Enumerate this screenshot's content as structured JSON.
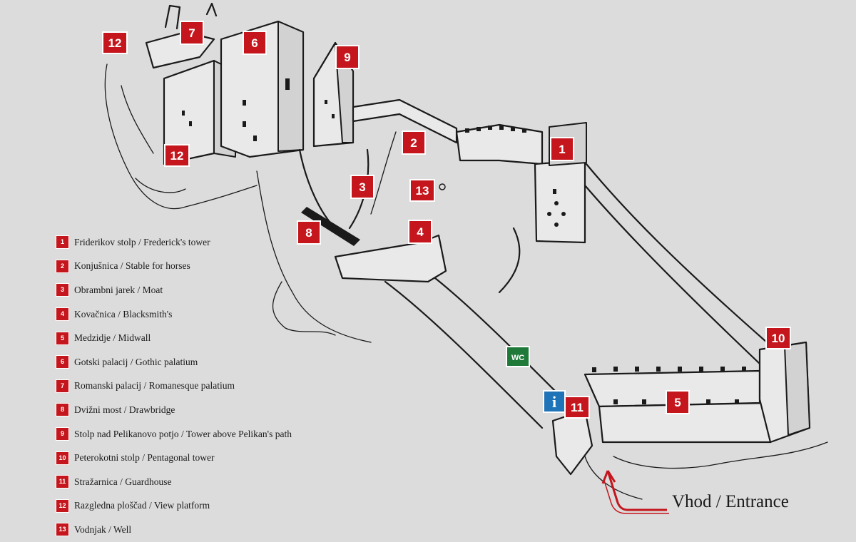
{
  "colors": {
    "background": "#dcdcdc",
    "marker": "#c4161c",
    "wc": "#1f7a3a",
    "info": "#1f74b8",
    "entrance_arrow": "#c4161c",
    "ink": "#1a1a1a"
  },
  "markers": [
    {
      "id": "marker-1",
      "label": "1"
    },
    {
      "id": "marker-2",
      "label": "2"
    },
    {
      "id": "marker-3",
      "label": "3"
    },
    {
      "id": "marker-4",
      "label": "4"
    },
    {
      "id": "marker-5",
      "label": "5"
    },
    {
      "id": "marker-6",
      "label": "6"
    },
    {
      "id": "marker-7",
      "label": "7"
    },
    {
      "id": "marker-8",
      "label": "8"
    },
    {
      "id": "marker-9",
      "label": "9"
    },
    {
      "id": "marker-10",
      "label": "10"
    },
    {
      "id": "marker-11",
      "label": "11"
    },
    {
      "id": "marker-12a",
      "label": "12"
    },
    {
      "id": "marker-12b",
      "label": "12"
    },
    {
      "id": "marker-13",
      "label": "13"
    }
  ],
  "facilities": {
    "wc": {
      "label": "WC",
      "icon": "wc-icon"
    },
    "info": {
      "label": "i",
      "icon": "info-icon"
    }
  },
  "legend": [
    {
      "num": "1",
      "label": "Friderikov stolp / Frederick's tower"
    },
    {
      "num": "2",
      "label": "Konjušnica / Stable for horses"
    },
    {
      "num": "3",
      "label": "Obrambni jarek / Moat"
    },
    {
      "num": "4",
      "label": "Kovačnica / Blacksmith's"
    },
    {
      "num": "5",
      "label": "Medzidje / Midwall"
    },
    {
      "num": "6",
      "label": "Gotski palacij / Gothic palatium"
    },
    {
      "num": "7",
      "label": "Romanski palacij / Romanesque palatium"
    },
    {
      "num": "8",
      "label": "Dvižni most / Drawbridge"
    },
    {
      "num": "9",
      "label": "Stolp nad Pelikanovo potjo / Tower above Pelikan's path"
    },
    {
      "num": "10",
      "label": "Peterokotni stolp / Pentagonal tower"
    },
    {
      "num": "11",
      "label": "Stražarnica / Guardhouse"
    },
    {
      "num": "12",
      "label": "Razgledna ploščad / View platform"
    },
    {
      "num": "13",
      "label": "Vodnjak / Well"
    }
  ],
  "entrance": {
    "label": "Vhod / Entrance"
  }
}
